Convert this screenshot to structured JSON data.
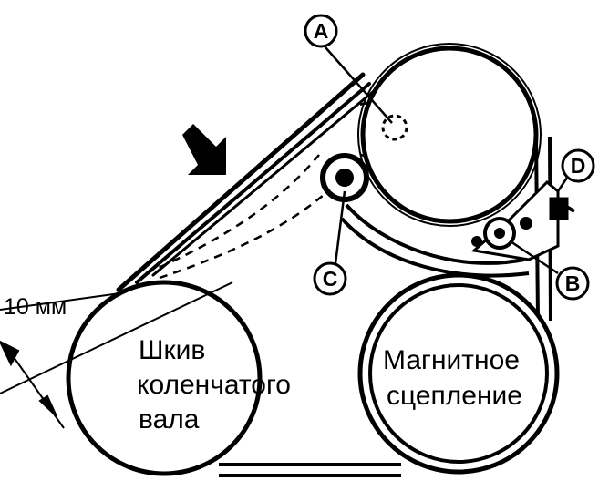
{
  "labels": {
    "dimension": "10 мм",
    "crankshaft_pulley": [
      "Шкив",
      "коленчатого",
      "вала"
    ],
    "magnetic_clutch": [
      "Магнитное",
      "сцепление"
    ]
  },
  "callouts": {
    "a": "A",
    "b": "B",
    "c": "C",
    "d": "D"
  },
  "colors": {
    "ink": "#000000",
    "paper": "#ffffff"
  }
}
